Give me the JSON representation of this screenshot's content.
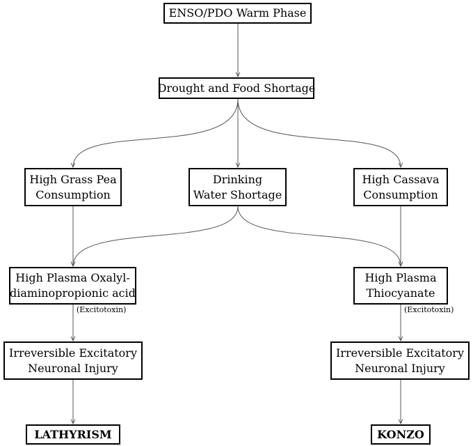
{
  "nodes": {
    "enso": {
      "text": "ENSO/PDO Warm Phase"
    },
    "drought": {
      "text": "Drought and Food Shortage"
    },
    "grass_pea": {
      "lines": [
        "High Grass Pea",
        "Consumption"
      ]
    },
    "water": {
      "lines": [
        "Drinking",
        "Water Shortage"
      ]
    },
    "cassava": {
      "lines": [
        "High Cassava",
        "Consumption"
      ]
    },
    "odap": {
      "lines": [
        "High Plasma Oxalyl-",
        "diaminopropionic acid"
      ]
    },
    "thiocyanate": {
      "lines": [
        "High Plasma",
        "Thiocyanate"
      ]
    },
    "injury_left": {
      "lines": [
        "Irreversible Excitatory",
        "Neuronal Injury"
      ]
    },
    "injury_right": {
      "lines": [
        "Irreversible Excitatory",
        "Neuronal Injury"
      ]
    },
    "lathyrism": {
      "text": "LATHYRISM"
    },
    "konzo": {
      "text": "KONZO"
    }
  },
  "edge_labels": {
    "left": "(Excitotoxin)",
    "right": "(Excitotoxin)"
  },
  "colors": {
    "line": "#555555",
    "border": "#000000",
    "background": "#ffffff"
  }
}
